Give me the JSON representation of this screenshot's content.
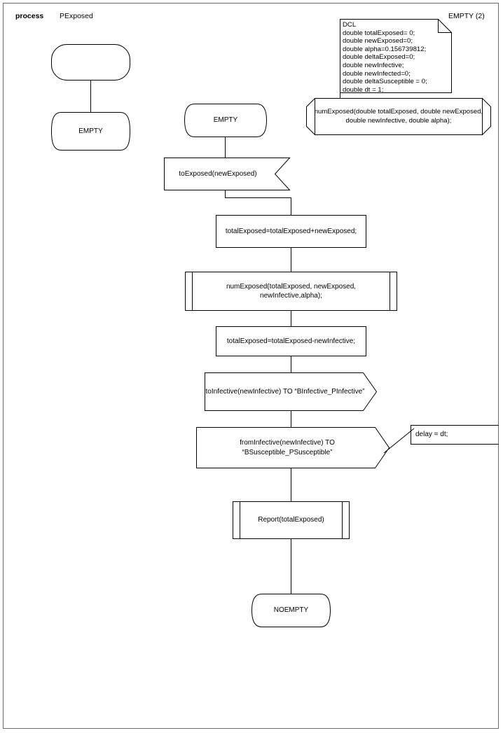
{
  "page": {
    "title_keyword": "process",
    "title_name": "PExposed",
    "page_label": "EMPTY (2)"
  },
  "declaration_note": {
    "name": "dcl-note",
    "text": "DCL\ndouble totalExposed= 0;\ndouble newExposed=0;\ndouble alpha=0.156739812;\ndouble deltaExposed=0;\ndouble newInfective;\ndouble newInfected=0;\ndouble deltaSusceptible = 0;\ndouble dt = 1;"
  },
  "procedure_declaration": {
    "name": "numExposed-procedure-declaration",
    "text": "numExposed(double totalExposed, double newExposed,\ndouble newInfective, double alpha);"
  },
  "left_branch": {
    "start_symbol_label": "",
    "state_label": "EMPTY"
  },
  "flow": {
    "state_start": "EMPTY",
    "input": "toExposed(newExposed)",
    "task_1": "totalExposed=totalExposed+newExposed;",
    "procedure_call": "numExposed(totalExposed, newExposed,\nnewInfective,alpha);",
    "task_2": "totalExposed=totalExposed-newInfective;",
    "output_1": "toInfective(newInfective) TO “BInfective_PInfective”",
    "output_2": "fromInfective(newInfective) TO “BSusceptible_PSusceptible”",
    "output_2_comment": "delay = dt;",
    "procedure_call_2": "Report(totalExposed)",
    "state_end": "NOEMPTY"
  },
  "colors": {
    "stroke": "#000000",
    "border": "#6b6b6b",
    "background": "#ffffff"
  }
}
